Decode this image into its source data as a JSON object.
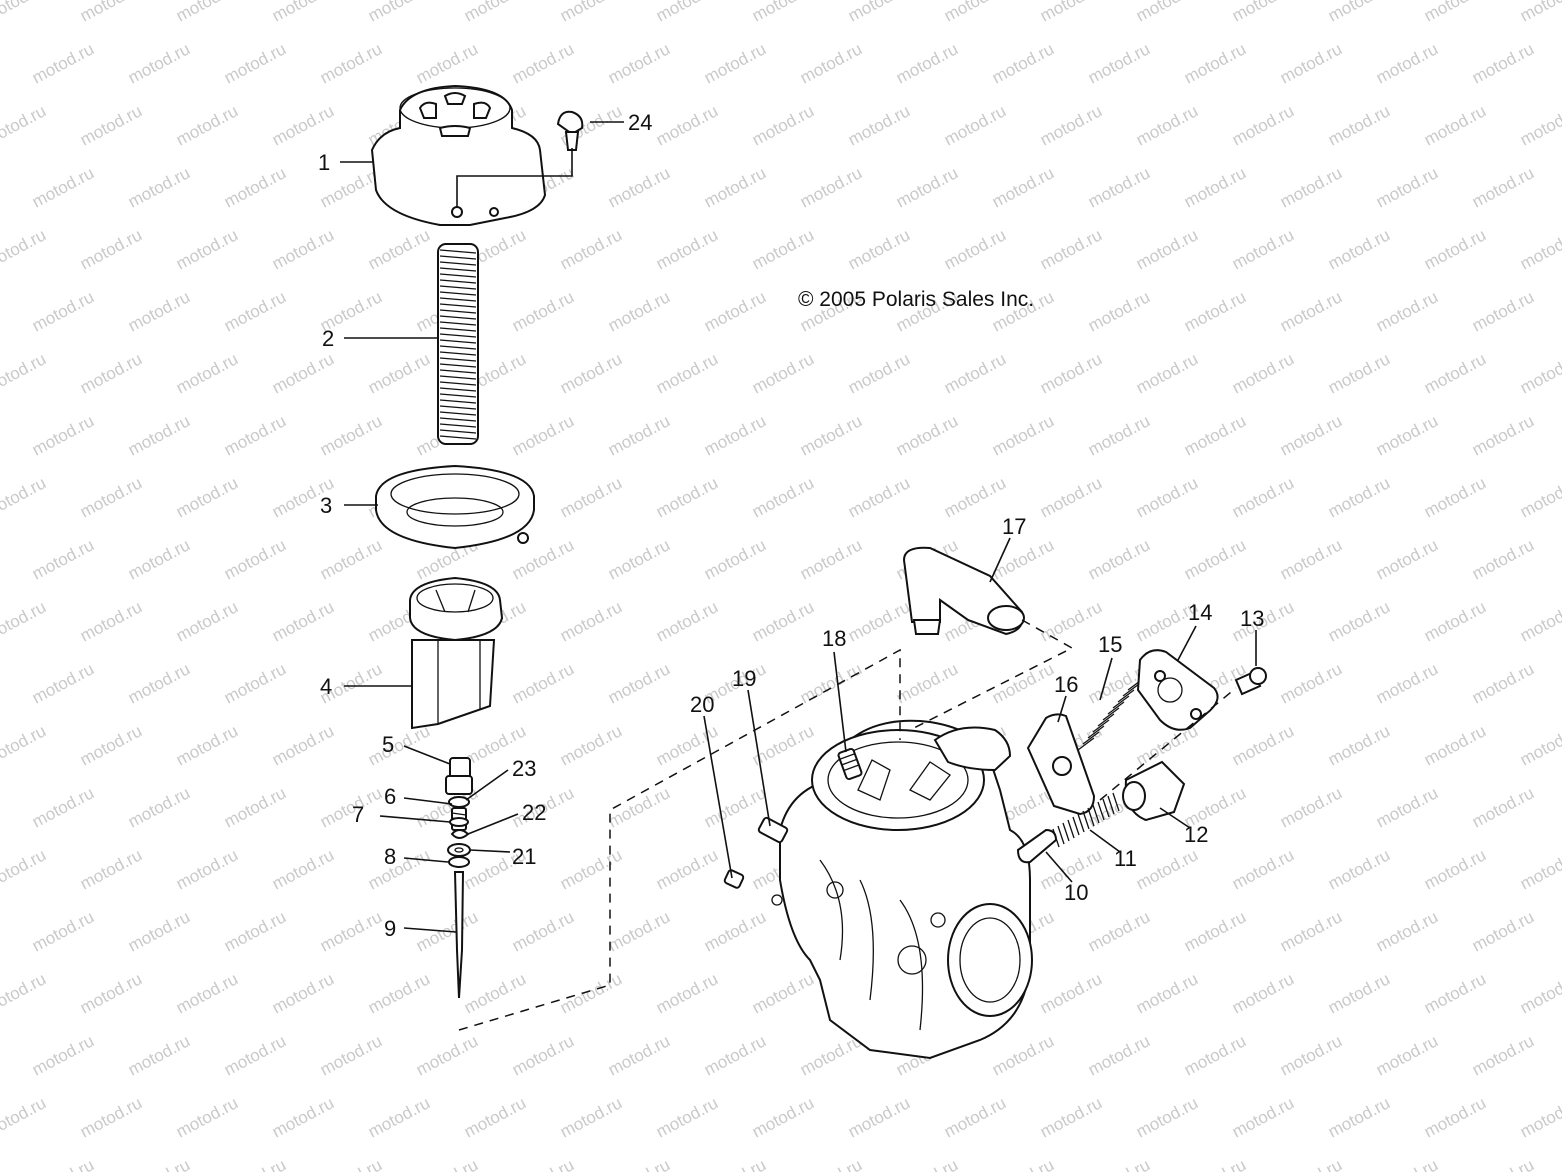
{
  "watermark": "motod.ru",
  "copyright": "© 2005 Polaris Sales Inc.",
  "callouts": [
    "1",
    "2",
    "3",
    "4",
    "5",
    "6",
    "7",
    "8",
    "9",
    "10",
    "11",
    "12",
    "13",
    "14",
    "15",
    "16",
    "17",
    "18",
    "19",
    "20",
    "21",
    "22",
    "23",
    "24"
  ]
}
